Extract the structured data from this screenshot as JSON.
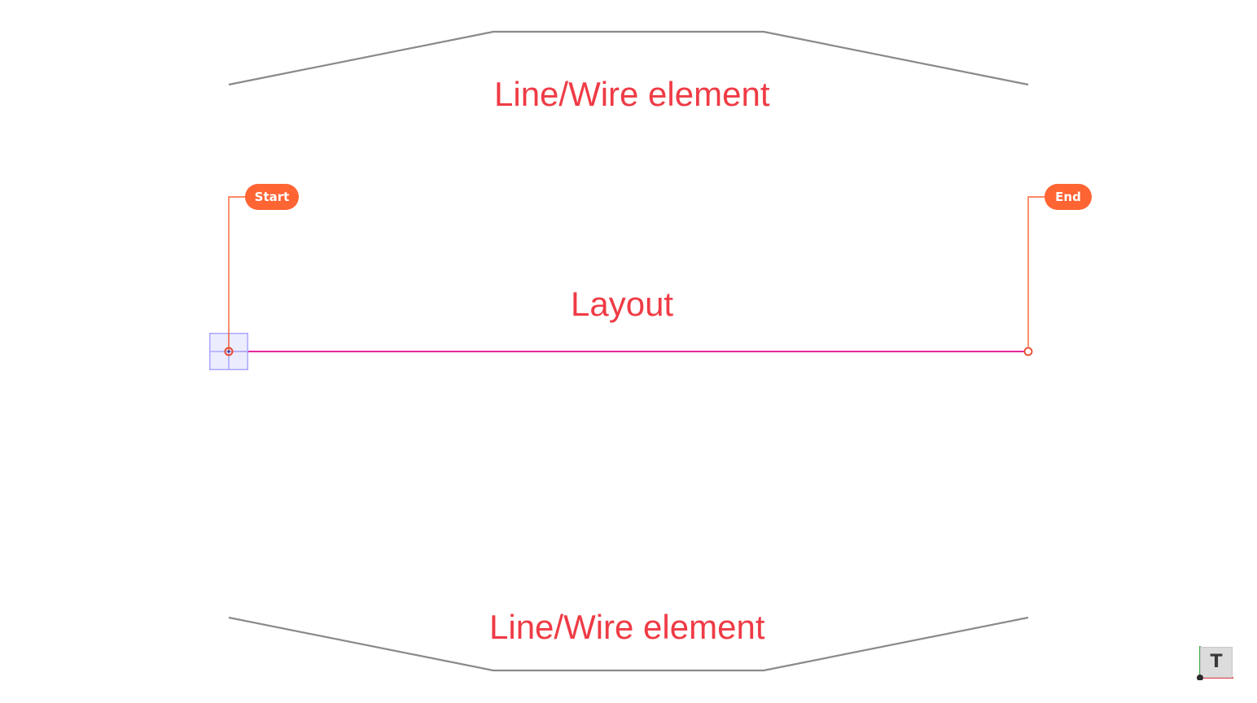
{
  "labels": {
    "wire_top": "Line/Wire element",
    "wire_bottom": "Line/Wire element",
    "layout": "Layout"
  },
  "badges": {
    "start": "Start",
    "end": "End"
  },
  "view_cube": {
    "face_label": "T"
  },
  "colors": {
    "label_red": "#ef3b45",
    "badge_orange": "#ff6433",
    "layout_line_magenta": "#e8279f",
    "wire_gray": "#8a8a8a",
    "handle_blue": "#a9a9ff",
    "axis_x_red": "#e8474f",
    "axis_y_green": "#47b04b"
  },
  "icons": {
    "start_handle": "move-grip-icon",
    "end_point": "endpoint-circle-icon",
    "axis_origin": "axis-origin-icon"
  }
}
